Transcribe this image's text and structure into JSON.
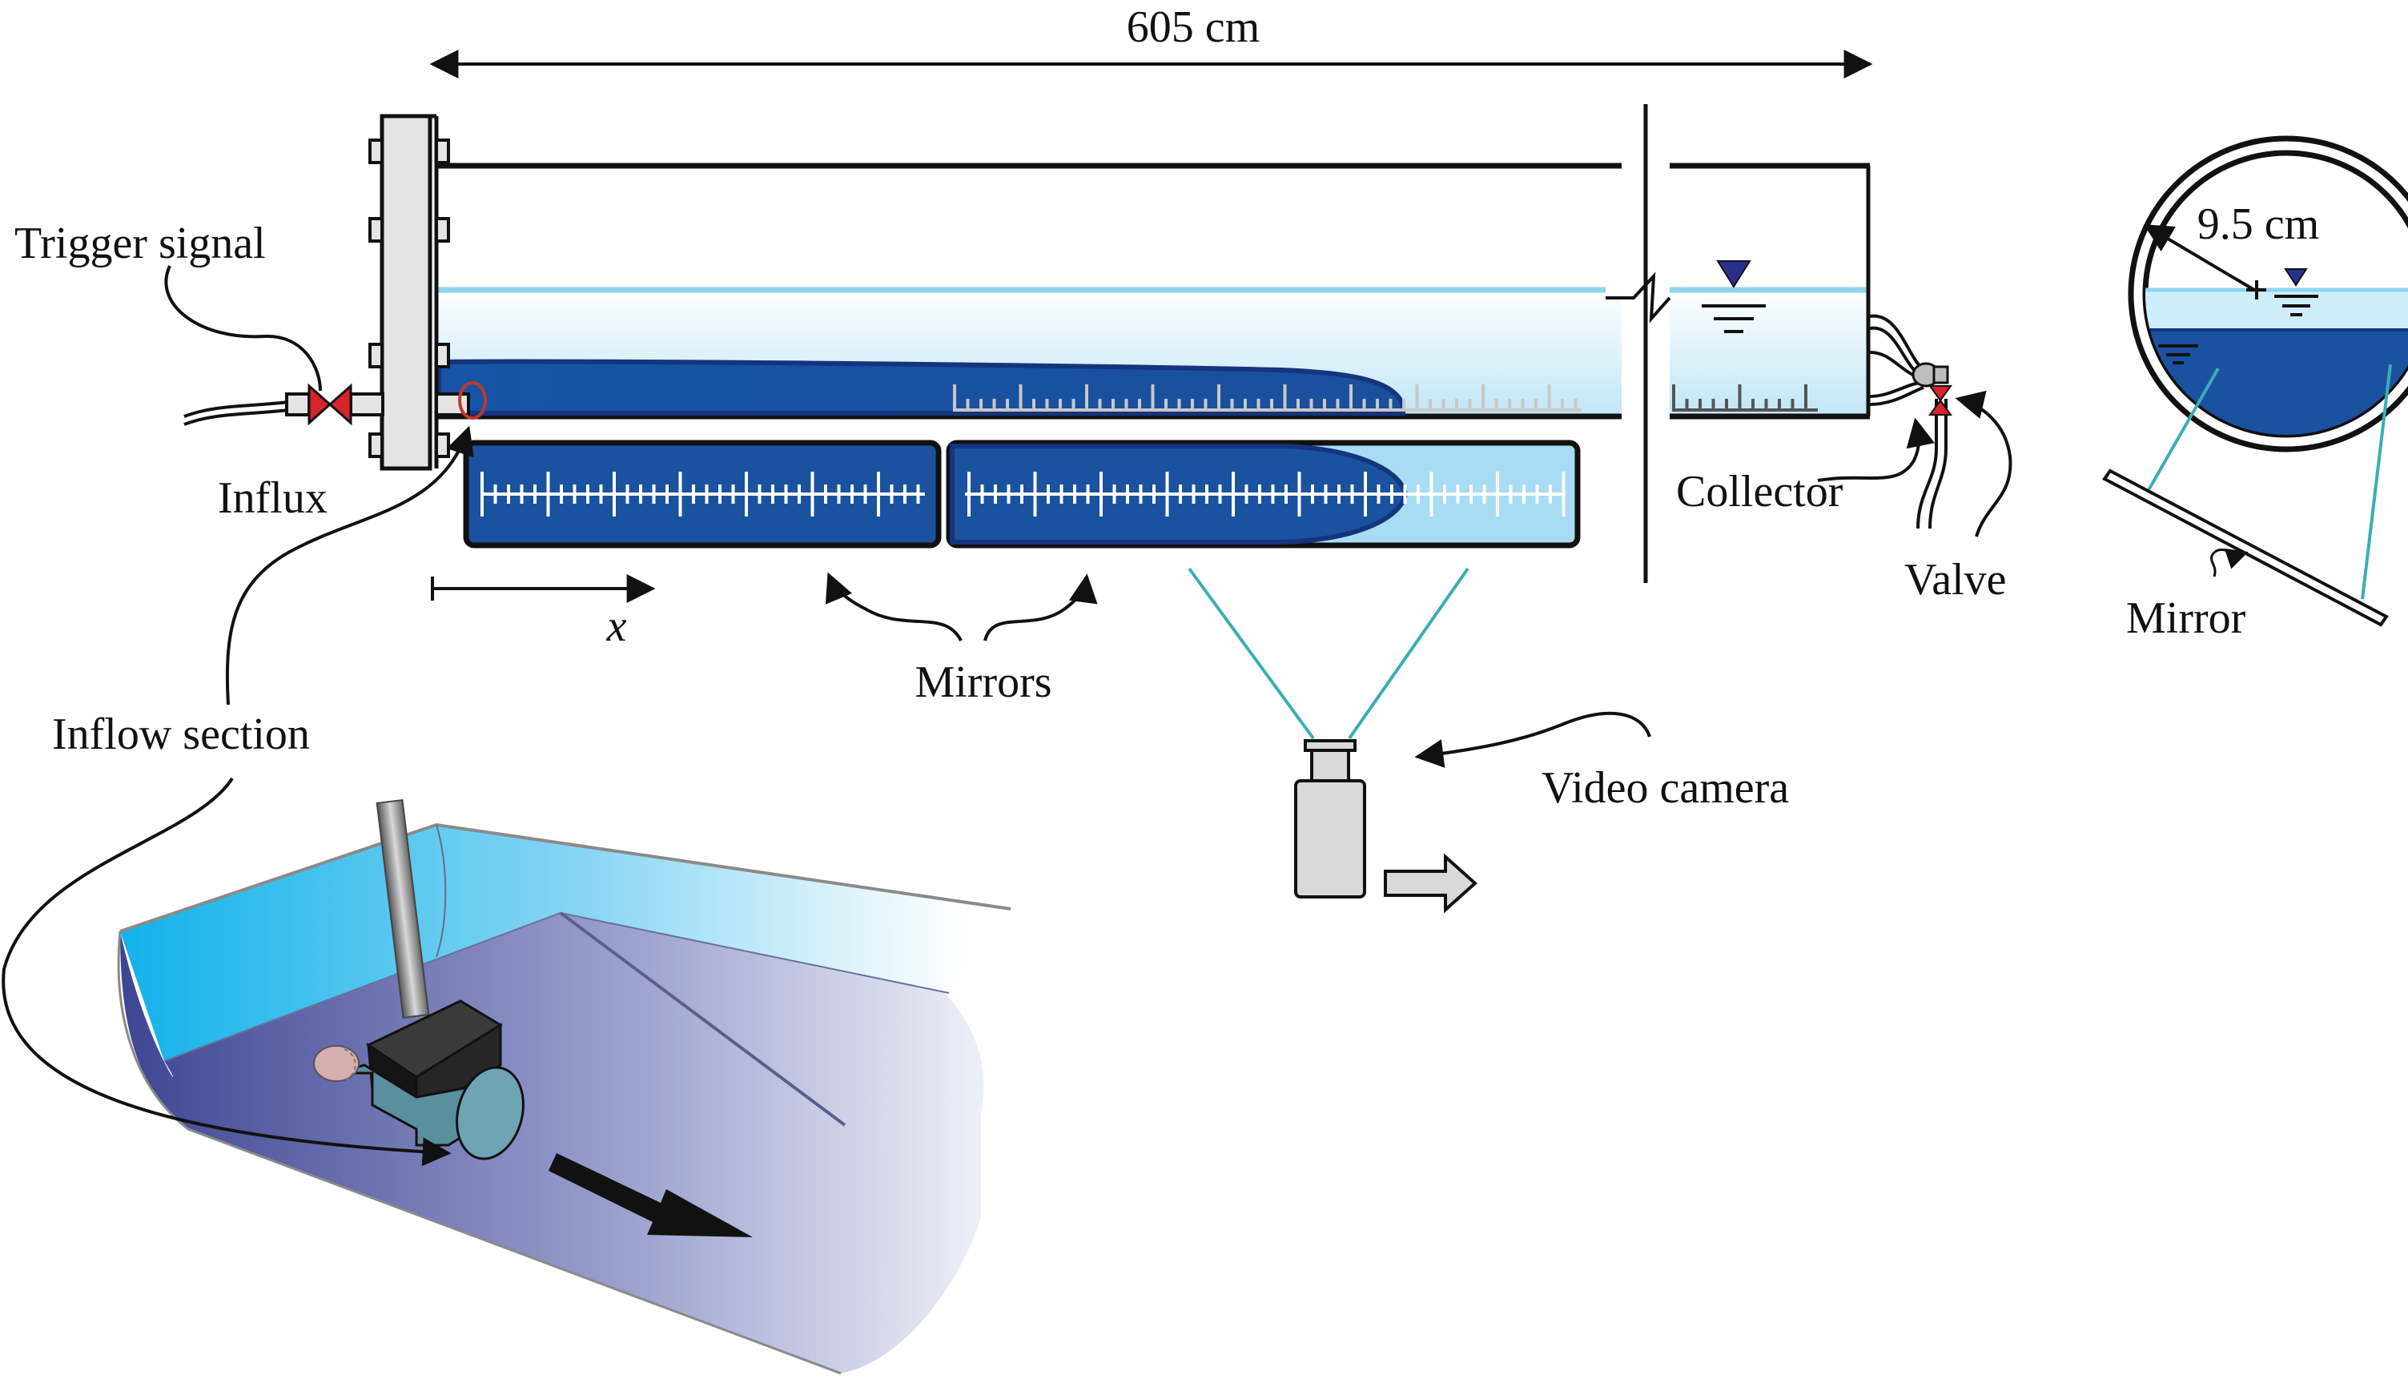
{
  "labels": {
    "length": "605 cm",
    "trigger_signal": "Trigger signal",
    "influx": "Influx",
    "x_axis": "x",
    "mirrors": "Mirrors",
    "inflow_section": "Inflow section",
    "video_camera": "Video camera",
    "collector": "Collector",
    "valve": "Valve",
    "diameter": "9.5 cm",
    "mirror": "Mirror"
  },
  "colors": {
    "outline": "#111111",
    "dense_fluid": "#1a52a0",
    "dense_fluid_dark": "#15347e",
    "light_fluid": "#bfe6f7",
    "water_line": "#8fd4ee",
    "flange": "#e4e4e4",
    "valve": "#d8232a",
    "sight_line": "#3aaeb3",
    "camera_body": "#d9d9d9",
    "tube_cyan": "#17b4ea",
    "tube_purple": "#4a4f9c"
  }
}
